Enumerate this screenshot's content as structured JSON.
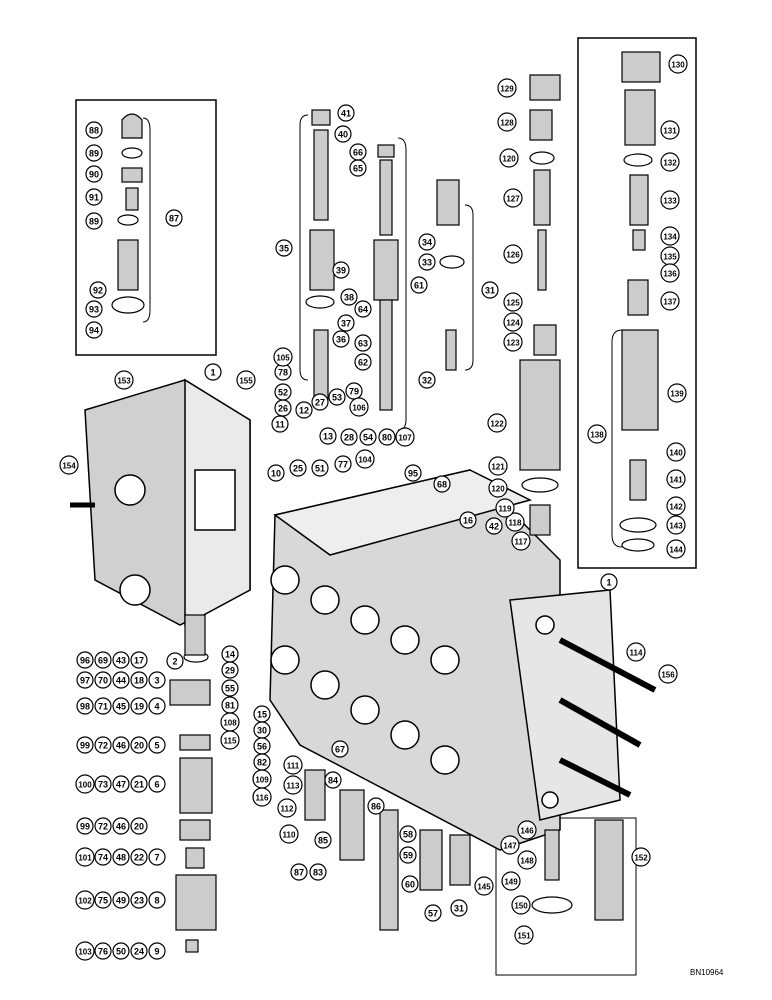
{
  "figure": {
    "code": "BN10964",
    "callouts": [
      "1",
      "2",
      "3",
      "4",
      "5",
      "6",
      "7",
      "8",
      "9",
      "10",
      "11",
      "12",
      "13",
      "14",
      "15",
      "16",
      "17",
      "18",
      "19",
      "20",
      "21",
      "22",
      "23",
      "24",
      "25",
      "26",
      "27",
      "28",
      "29",
      "30",
      "31",
      "32",
      "33",
      "34",
      "35",
      "36",
      "37",
      "38",
      "39",
      "40",
      "41",
      "42",
      "43",
      "44",
      "45",
      "46",
      "47",
      "48",
      "49",
      "50",
      "51",
      "52",
      "53",
      "54",
      "55",
      "56",
      "57",
      "58",
      "59",
      "60",
      "61",
      "62",
      "63",
      "64",
      "65",
      "66",
      "67",
      "68",
      "69",
      "70",
      "71",
      "72",
      "73",
      "74",
      "75",
      "76",
      "77",
      "78",
      "79",
      "80",
      "81",
      "82",
      "83",
      "84",
      "85",
      "86",
      "87",
      "88",
      "89",
      "90",
      "91",
      "92",
      "93",
      "94",
      "95",
      "96",
      "97",
      "98",
      "99",
      "100",
      "101",
      "102",
      "103",
      "104",
      "105",
      "106",
      "107",
      "108",
      "109",
      "110",
      "111",
      "112",
      "113",
      "114",
      "115",
      "116",
      "117",
      "118",
      "119",
      "120",
      "121",
      "122",
      "123",
      "124",
      "125",
      "126",
      "127",
      "128",
      "129",
      "130",
      "131",
      "132",
      "133",
      "134",
      "135",
      "136",
      "137",
      "138",
      "139",
      "140",
      "141",
      "142",
      "143",
      "144",
      "145",
      "146",
      "147",
      "148",
      "149",
      "150",
      "151",
      "152",
      "153",
      "154",
      "155",
      "156"
    ]
  }
}
